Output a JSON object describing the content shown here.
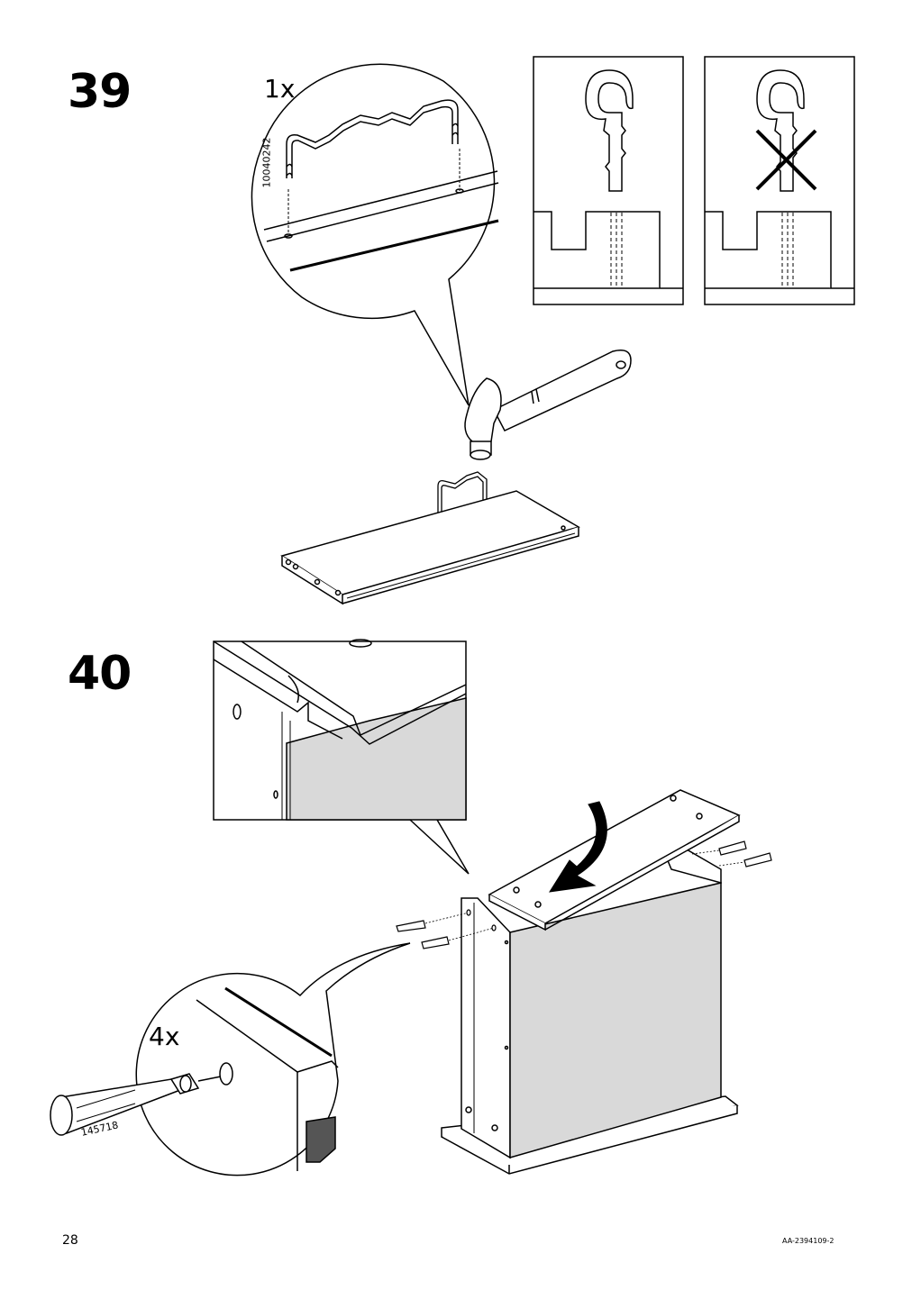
{
  "steps": [
    {
      "number": "39",
      "detail_quantity": "1x",
      "part_number": "10040242",
      "callouts": [
        "correct-insertion",
        "incorrect-insertion"
      ]
    },
    {
      "number": "40",
      "detail_quantity": "4x",
      "tool_part_number": "145718"
    }
  ],
  "footer": {
    "page_number": "28",
    "document_code": "AA-2394109-2"
  },
  "colors": {
    "line": "#000000",
    "panel_fill": "#d9d9d9",
    "background": "#ffffff"
  },
  "icons": [
    "wire-clip-icon",
    "hammer-icon",
    "shelf-icon",
    "screwdriver-icon",
    "dowel-icon",
    "arrow-icon",
    "cross-mark-icon"
  ]
}
